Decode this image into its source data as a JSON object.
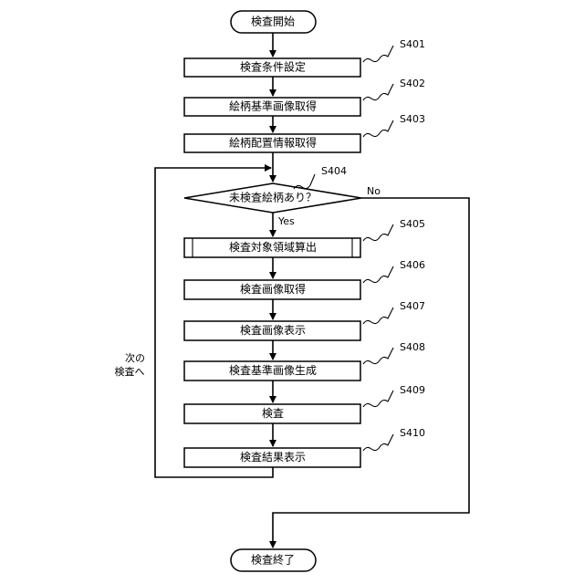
{
  "start": "検査開始",
  "end": "検査終了",
  "steps": [
    {
      "id": "S401",
      "label": "検査条件設定"
    },
    {
      "id": "S402",
      "label": "絵柄基準画像取得"
    },
    {
      "id": "S403",
      "label": "絵柄配置情報取得"
    },
    {
      "id": "S404",
      "label": "未検査絵柄あり？"
    },
    {
      "id": "S405",
      "label": "検査対象領域算出"
    },
    {
      "id": "S406",
      "label": "検査画像取得"
    },
    {
      "id": "S407",
      "label": "検査画像表示"
    },
    {
      "id": "S408",
      "label": "検査基準画像生成"
    },
    {
      "id": "S409",
      "label": "検査"
    },
    {
      "id": "S410",
      "label": "検査結果表示"
    }
  ],
  "branch": {
    "yes": "Yes",
    "no": "No"
  },
  "loop_label": {
    "line1": "次の",
    "line2": "検査へ"
  }
}
